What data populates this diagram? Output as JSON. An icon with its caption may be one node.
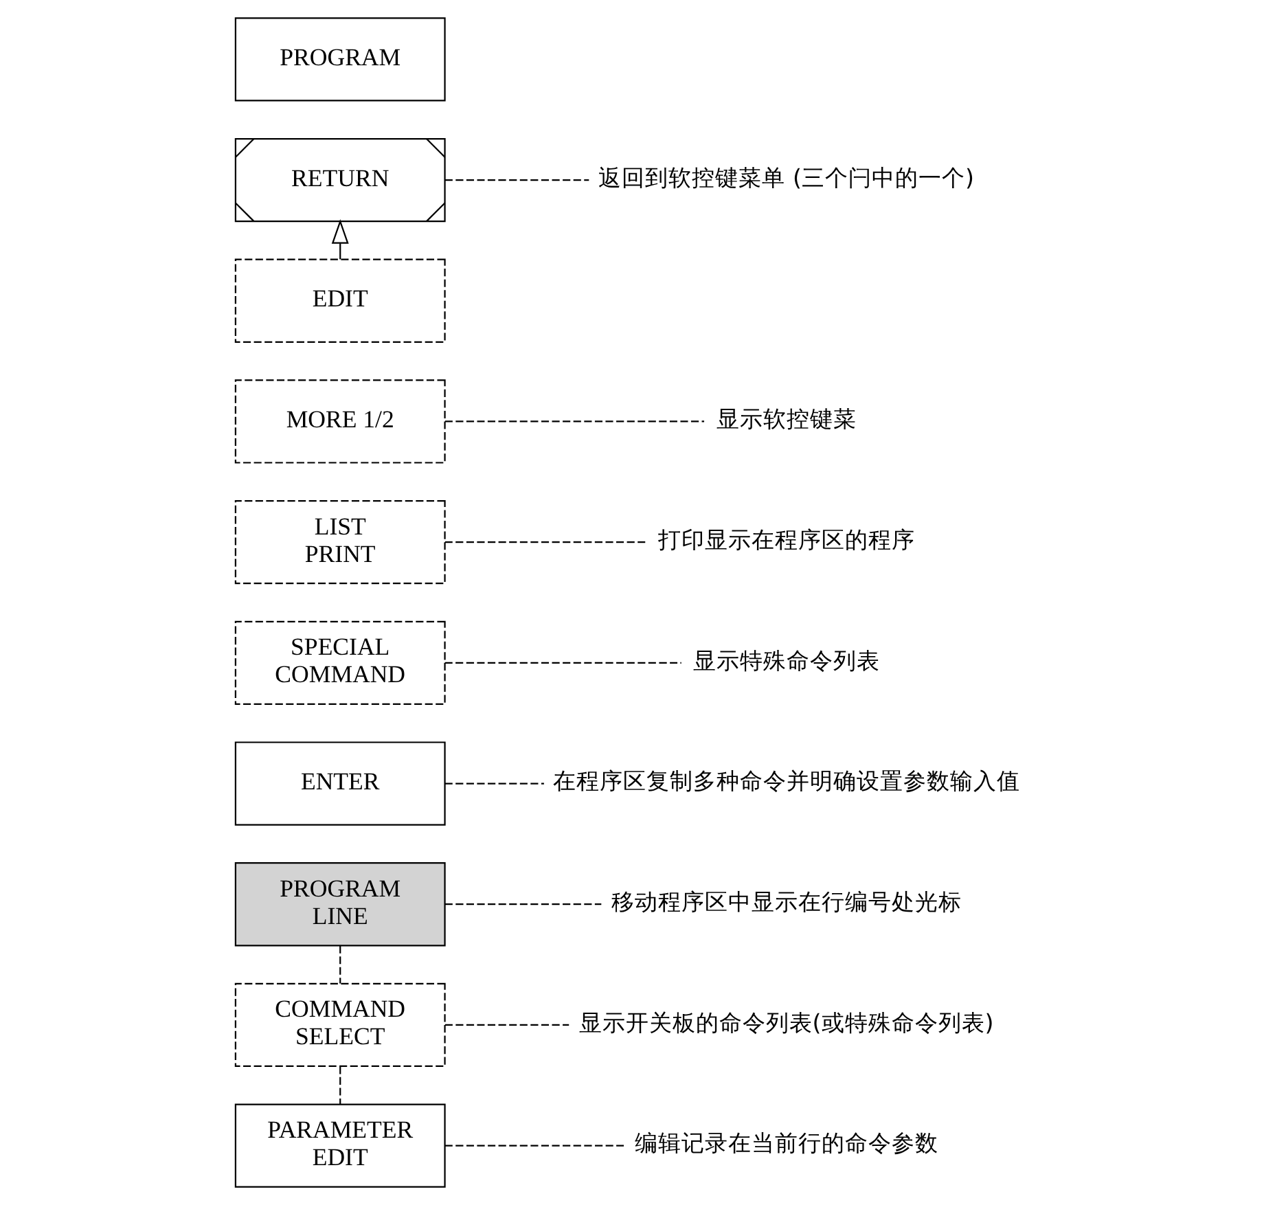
{
  "diagram": {
    "nodes": [
      {
        "text": [
          "PROGRAM LINE"
        ]
      },
      {
        "text": [
          "移动程序区中显示在行编号处光标"
        ]
      },
      {
        "text": [
          "COMMAND SELECT"
        ]
      },
      {
        "text": [
          "显示开关板的命令列表(或特殊命令列表)"
        ]
      },
      {
        "text": [
          "PARAMETER EDIT"
        ]
      },
      {
        "text": [
          "编辑记录在当前行的命令参数"
        ]
      },
      {
        "text": [
          "ENTER"
        ]
      },
      {
        "text": [
          "在程序区复制多种命令并明确设置参数输入值"
        ]
      },
      {
        "text": [
          "SPECIAL COMMAND"
        ]
      },
      {
        "text": [
          "显示特殊命令列表"
        ]
      },
      {
        "text": [
          "LIST PRINT"
        ]
      },
      {
        "text": [
          "打印显示在程序区的程序"
        ]
      },
      {
        "text": [
          "MORE 1/2"
        ]
      },
      {
        "text": [
          "显示软控键菜"
        ]
      },
      {
        "text": [
          "RETURN"
        ]
      },
      {
        "text": [
          "返回到软控键菜单 (三个闩中的一个)"
        ]
      },
      {
        "text": [
          "EDIT"
        ]
      },
      {
        "text": [
          "PROGRAM"
        ]
      }
    ],
    "edges": [
      {
        "from": 0,
        "to": 1,
        "arrow": "none",
        "style": "dashed"
      },
      {
        "from": 0,
        "to": 2,
        "arrow": "none",
        "style": "dashed"
      },
      {
        "from": 2,
        "to": 3,
        "arrow": "none",
        "style": "dashed"
      },
      {
        "from": 2,
        "to": 4,
        "arrow": "none",
        "style": "dashed"
      },
      {
        "from": 4,
        "to": 5,
        "arrow": "none",
        "style": "dashed"
      },
      {
        "from": 6,
        "to": 7,
        "arrow": "none",
        "style": "dashed"
      },
      {
        "from": 8,
        "to": 9,
        "arrow": "none",
        "style": "dashed"
      },
      {
        "from": 10,
        "to": 11,
        "arrow": "none",
        "style": "dashed"
      },
      {
        "from": 12,
        "to": 13,
        "arrow": "none",
        "style": "dashed"
      },
      {
        "from": 14,
        "to": 15,
        "arrow": "none",
        "style": "dashed"
      },
      {
        "from": 16,
        "to": 14,
        "arrow": "to"
      }
    ]
  }
}
